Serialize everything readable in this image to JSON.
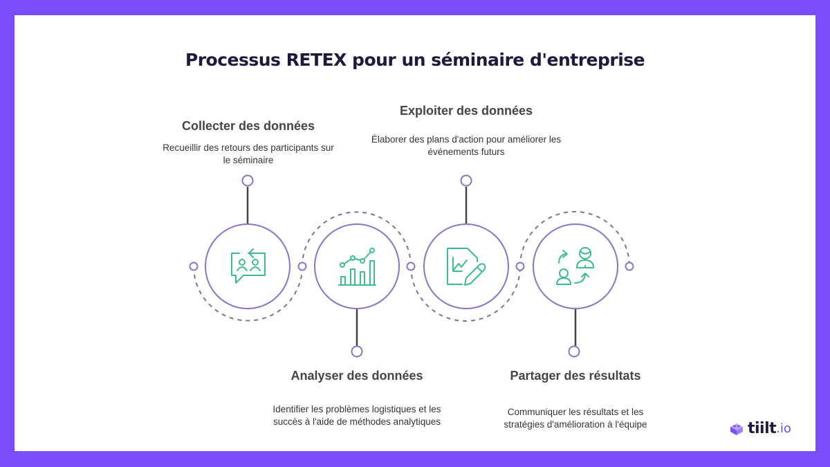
{
  "title": "Processus RETEX pour un séminaire d'entreprise",
  "steps": [
    {
      "title": "Collecter des données",
      "description_lines": [
        "Recueillir des retours des participants sur",
        "le séminaire"
      ],
      "icon": "feedback-chat-users-icon",
      "position": "top"
    },
    {
      "title": "Analyser des données",
      "description_lines": [
        "Identifier les problèmes logistiques et les",
        "succès à l'aide de méthodes analytiques"
      ],
      "icon": "bar-line-chart-icon",
      "position": "bottom"
    },
    {
      "title": "Exploiter des données",
      "description_lines": [
        "Élaborer des plans d'action pour améliorer les",
        "événements futurs"
      ],
      "icon": "document-chart-pencil-icon",
      "position": "top"
    },
    {
      "title": "Partager des résultats",
      "description_lines": [
        "Communiquer les résultats et les",
        "stratégies d'amélioration à l'équipe"
      ],
      "icon": "share-users-arrows-icon",
      "position": "bottom"
    }
  ],
  "logo": {
    "name": "tiilt",
    "tld": ".io"
  },
  "colors": {
    "background": "#7a4dfb",
    "card": "#ffffff",
    "circle_stroke": "#8c72c8",
    "icon_stroke": "#3dbb93",
    "connector": "#444444",
    "dash": "#7a7490",
    "title": "#1e1a3c"
  }
}
